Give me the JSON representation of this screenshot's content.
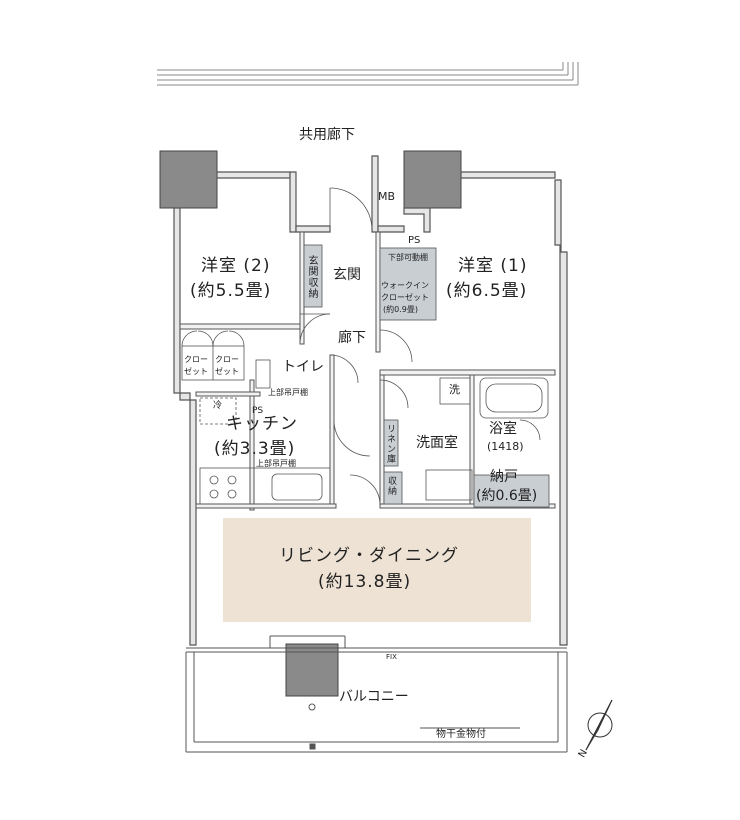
{
  "labels": {
    "corridor_common": "共用廊下",
    "mb": "MB",
    "ps_top": "PS",
    "ps_kitchen": "PS",
    "room2_name": "洋室 (2)",
    "room2_size": "(約5.5畳)",
    "room1_name": "洋室 (1)",
    "room1_size": "(約6.5畳)",
    "entrance": "玄関",
    "entrance_storage": "玄関収納",
    "lower_shelf": "下部可動棚",
    "walkin_1": "ウォークイン",
    "walkin_2": "クローゼット",
    "walkin_size": "(約0.9畳)",
    "hallway": "廊下",
    "closet_a1": "クロー",
    "closet_a2": "ゼット",
    "closet_b1": "クロー",
    "closet_b2": "ゼット",
    "toilet": "トイレ",
    "upper_shelf_toilet": "上部吊戸棚",
    "fridge": "冷",
    "kitchen_name": "キッチン",
    "kitchen_size": "(約3.3畳)",
    "upper_shelf_kitchen": "上部吊戸棚",
    "linen": "リネン庫",
    "washroom": "洗面室",
    "washer": "洗",
    "bath_name": "浴室",
    "bath_size": "(1418)",
    "storage_small": "収納",
    "closet_room_name": "納戸",
    "closet_room_size": "(約0.6畳)",
    "living_name": "リビング・ダイニング",
    "living_size": "(約13.8畳)",
    "fix": "FIX",
    "balcony": "バルコニー",
    "dryer": "物干金物付",
    "north": "N"
  },
  "colors": {
    "wall": "#8a8a8a",
    "living_fill": "#ede2d3",
    "storage_fill": "#c9ced3",
    "line": "#555555"
  }
}
